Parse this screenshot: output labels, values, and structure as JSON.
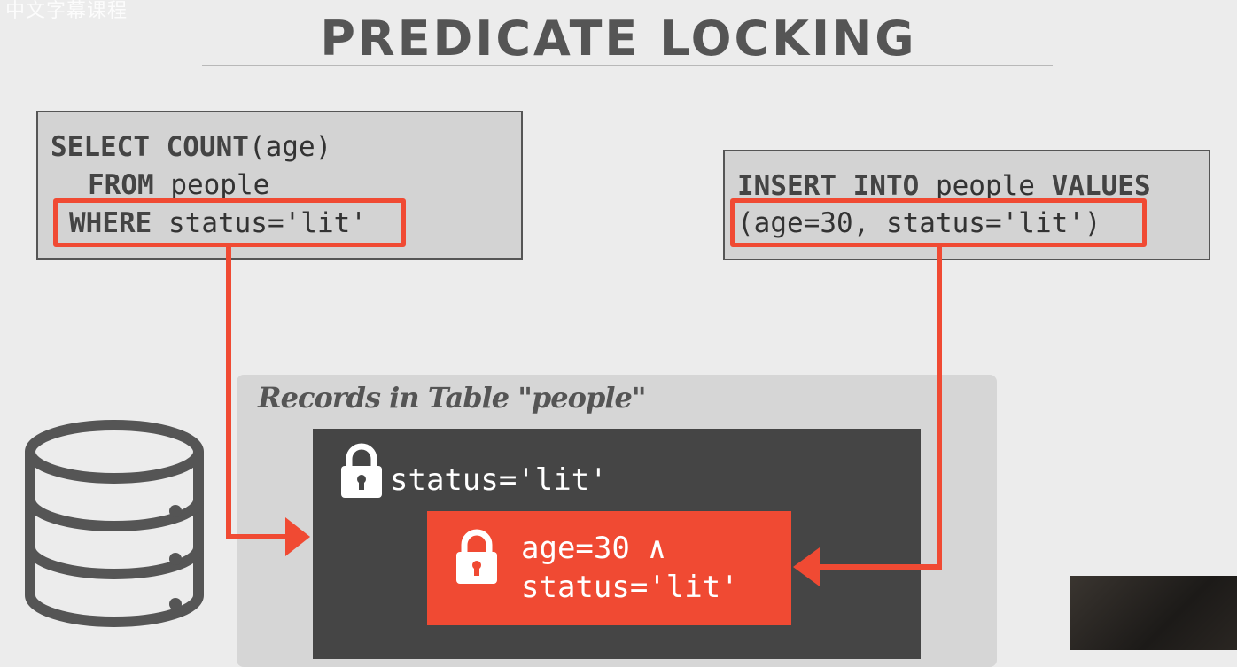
{
  "watermark": "中文字幕课程",
  "title": "PREDICATE LOCKING",
  "select_query": {
    "line1_kw": "SELECT COUNT",
    "line1_rest": "(age)",
    "line2_kw": "FROM",
    "line2_rest": " people",
    "line3_kw": "WHERE",
    "line3_rest": " status='lit'"
  },
  "insert_query": {
    "line1_kw1": "INSERT INTO",
    "line1_mid": " people ",
    "line1_kw2": "VALUES",
    "line2": "(age=30, status='lit')"
  },
  "records": {
    "label": "Records in Table \"people\"",
    "outer_predicate": "status='lit'",
    "inner_predicate_line1": "age=30 ∧",
    "inner_predicate_line2": "status='lit'"
  },
  "colors": {
    "accent_red": "#f04a33",
    "dark_panel": "#454545",
    "code_bg": "#d3d3d3"
  },
  "icons": [
    "database-icon",
    "lock-icon"
  ]
}
